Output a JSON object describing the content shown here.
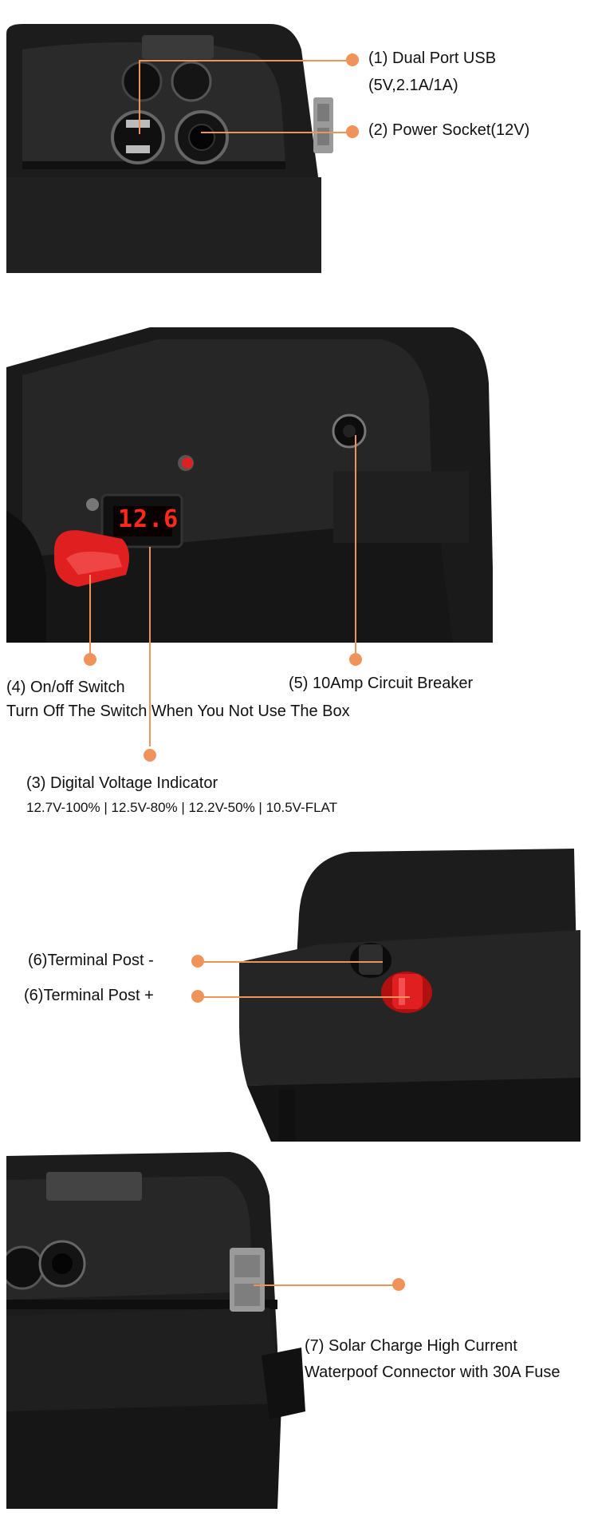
{
  "colors": {
    "accent": "#f0935a",
    "case_black": "#1c1c1c",
    "red_knob": "#e02020",
    "display_red": "#ff2a1a"
  },
  "section1": {
    "feature1_line1": "(1) Dual Port USB",
    "feature1_line2": "(5V,2.1A/1A)",
    "feature2": "(2) Power Socket(12V)"
  },
  "section2": {
    "display_value": "12.6",
    "feature4_title": "(4) On/off Switch",
    "feature4_note": "Turn Off The Switch When You Not Use  The Box",
    "feature5": "(5) 10Amp Circuit Breaker",
    "feature3_title": "(3) Digital Voltage Indicator",
    "feature3_levels": "12.7V-100% | 12.5V-80% | 12.2V-50% | 10.5V-FLAT"
  },
  "section3": {
    "terminal_negative": "(6)Terminal Post -",
    "terminal_positive": "(6)Terminal Post +"
  },
  "section4": {
    "feature7_line1": "(7) Solar Charge High Current",
    "feature7_line2": "Waterpoof Connector with 30A Fuse"
  }
}
